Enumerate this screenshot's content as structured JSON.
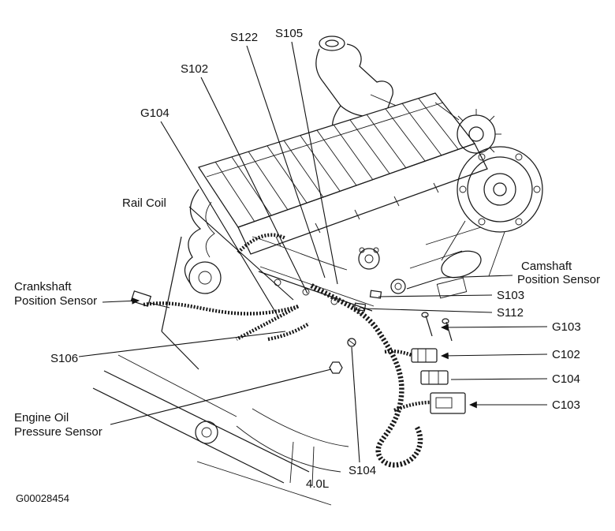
{
  "figure": {
    "caption": "4.0L",
    "figure_id": "G00028454"
  },
  "labels": {
    "s122": "S122",
    "s105": "S105",
    "s102": "S102",
    "g104": "G104",
    "rail_coil": "Rail Coil",
    "crankshaft_line1": "Crankshaft",
    "crankshaft_line2": "Position Sensor",
    "camshaft_line1": "Camshaft",
    "camshaft_line2": "Position Sensor",
    "s103": "S103",
    "s112": "S112",
    "g103": "G103",
    "c102": "C102",
    "c104": "C104",
    "c103": "C103",
    "s106": "S106",
    "oil_line1": "Engine Oil",
    "oil_line2": "Pressure Sensor",
    "s104": "S104"
  }
}
